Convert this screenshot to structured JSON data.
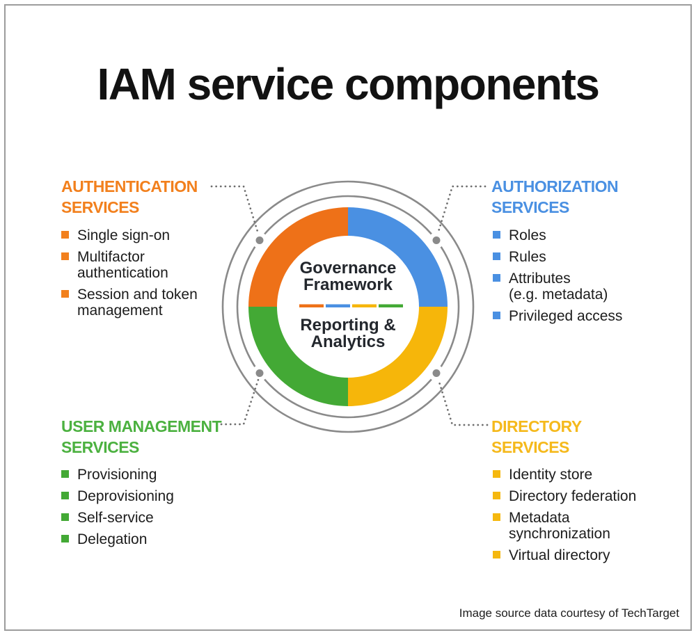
{
  "title": "IAM service components",
  "center": {
    "governance": "Governance\nFramework",
    "reporting": "Reporting &\nAnalytics"
  },
  "sections": {
    "authentication": {
      "heading": "AUTHENTICATION\nSERVICES",
      "accent_color": "#F2801D",
      "items": [
        "Single sign-on",
        "Multifactor\nauthentication",
        "Session and token\nmanagement"
      ]
    },
    "authorization": {
      "heading": "AUTHORIZATION\nSERVICES",
      "accent_color": "#4A90E2",
      "items": [
        "Roles",
        "Rules",
        "Attributes\n(e.g. metadata)",
        "Privileged access"
      ]
    },
    "user_management": {
      "heading": "USER MANAGEMENT\nSERVICES",
      "accent_color": "#4CB140",
      "items": [
        "Provisioning",
        "Deprovisioning",
        "Self-service",
        "Delegation"
      ]
    },
    "directory": {
      "heading": "DIRECTORY\nSERVICES",
      "accent_color": "#F5B91C",
      "items": [
        "Identity store",
        "Directory federation",
        "Metadata\nsynchronization",
        "Virtual directory"
      ]
    }
  },
  "donut": {
    "segments": [
      {
        "name": "authentication",
        "quadrant": "top-left",
        "color": "#EE7118"
      },
      {
        "name": "authorization",
        "quadrant": "top-right",
        "color": "#4A90E2"
      },
      {
        "name": "directory",
        "quadrant": "bottom-right",
        "color": "#F6B60A"
      },
      {
        "name": "user_management",
        "quadrant": "bottom-left",
        "color": "#43A935"
      }
    ],
    "ring_color": "#8A8A8A",
    "connector_color": "#6E6E6E"
  },
  "footer": "Image source data courtesy of TechTarget"
}
